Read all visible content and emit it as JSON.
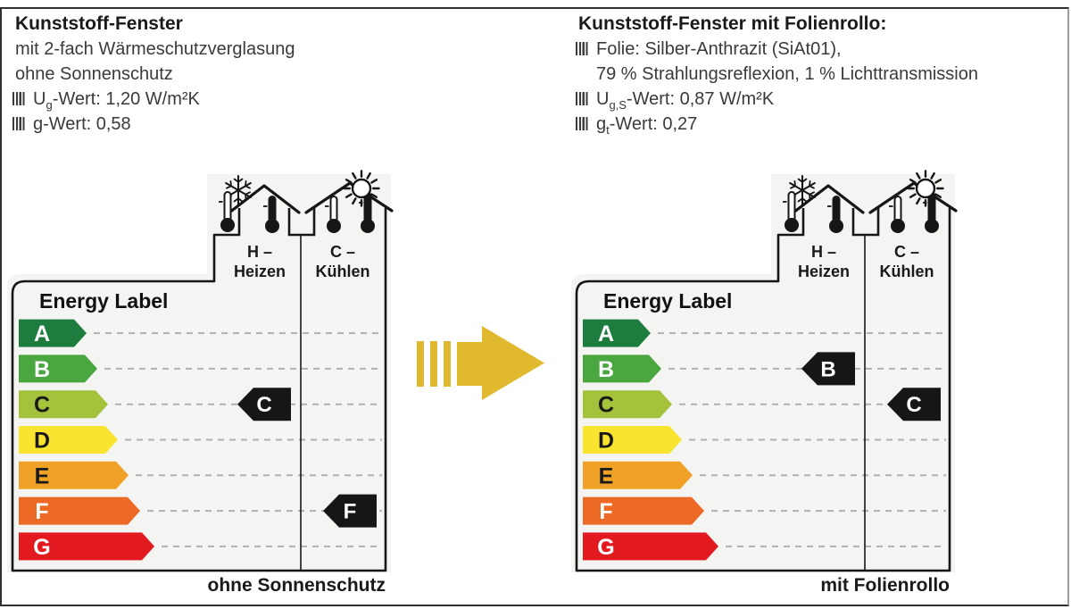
{
  "header_left": {
    "title": "Kunststoff-Fenster",
    "lines": [
      "mit 2-fach Wärmeschutzverglasung",
      "ohne Sonnenschutz"
    ],
    "items": [
      {
        "segments": [
          {
            "t": "U"
          },
          {
            "sub": "g"
          },
          {
            "t": "-Wert: 1,20 W/m²K"
          }
        ]
      },
      {
        "segments": [
          {
            "t": "g-Wert: 0,58"
          }
        ]
      }
    ]
  },
  "header_right": {
    "title": "Kunststoff-Fenster mit Folienrollo:",
    "items": [
      {
        "segments": [
          {
            "t": "Folie: Silber-Anthrazit (SiAt01),"
          }
        ],
        "cont": "79 % Strahlungsreflexion, 1 % Lichttransmission"
      },
      {
        "segments": [
          {
            "t": "U"
          },
          {
            "sub": "g,S"
          },
          {
            "t": "-Wert: 0,87 W/m²K"
          }
        ]
      },
      {
        "segments": [
          {
            "t": "g"
          },
          {
            "sub": "t"
          },
          {
            "t": "-Wert: 0,27"
          }
        ]
      }
    ]
  },
  "energy_scale": {
    "title": "Energy Label",
    "classes": [
      {
        "label": "A",
        "color": "#1d7c3e",
        "text": "#ffffff",
        "width": 76
      },
      {
        "label": "B",
        "color": "#4aa63e",
        "text": "#ffffff",
        "width": 88
      },
      {
        "label": "C",
        "color": "#a4c23c",
        "text": "#1a1a1a",
        "width": 100
      },
      {
        "label": "D",
        "color": "#f9e42f",
        "text": "#1a1a1a",
        "width": 111
      },
      {
        "label": "E",
        "color": "#f0a127",
        "text": "#1a1a1a",
        "width": 123
      },
      {
        "label": "F",
        "color": "#ec6a26",
        "text": "#ffffff",
        "width": 136
      },
      {
        "label": "G",
        "color": "#e21a20",
        "text": "#ffffff",
        "width": 152
      }
    ]
  },
  "panels": [
    {
      "caption": "ohne Sonnenschutz",
      "columns": [
        {
          "key": "H",
          "top": "H –",
          "bottom": "Heizen",
          "icon": "snowflake-icon"
        },
        {
          "key": "C",
          "top": "C –",
          "bottom": "Kühlen",
          "icon": "sun-icon"
        }
      ],
      "ratings": [
        {
          "column": "H",
          "class": "C"
        },
        {
          "column": "C",
          "class": "F"
        }
      ]
    },
    {
      "caption": "mit Folienrollo",
      "columns": [
        {
          "key": "H",
          "top": "H –",
          "bottom": "Heizen",
          "icon": "snowflake-icon"
        },
        {
          "key": "C",
          "top": "C –",
          "bottom": "Kühlen",
          "icon": "sun-icon"
        }
      ],
      "ratings": [
        {
          "column": "H",
          "class": "B"
        },
        {
          "column": "C",
          "class": "C"
        }
      ]
    }
  ],
  "colors": {
    "panel_bg": "#f4f4f2",
    "outline": "#161616",
    "dash": "#b0b0b0",
    "marker": "#161616",
    "marker_text": "#ffffff",
    "arrow": "#e1b92f"
  }
}
